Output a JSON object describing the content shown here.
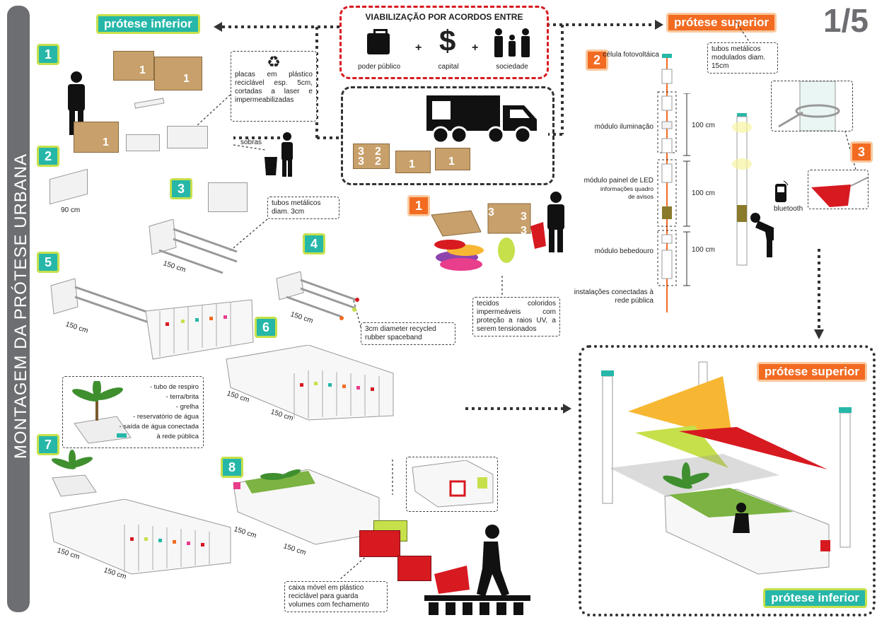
{
  "sidebar_title": "MONTAGEM DA PRÓTESE URBANA",
  "page_number": "1/5",
  "labels": {
    "lower": "prótese inferior",
    "upper": "prótese superior",
    "upper_final": "prótese superior",
    "lower_final": "prótese inferior"
  },
  "agreements": {
    "title": "VIABILIZAÇÃO POR ACORDOS ENTRE",
    "items": [
      "poder público",
      "capital",
      "sociedade"
    ],
    "plus": "+"
  },
  "steps_lower": [
    "1",
    "2",
    "3",
    "4",
    "5",
    "6",
    "7",
    "8"
  ],
  "steps_upper": [
    "1",
    "2",
    "3"
  ],
  "notes": {
    "plates": "placas em plástico reciclável esp. 5cm, cortadas a laser e impermeabilizadas",
    "leftovers": "sobras",
    "tubes_small": "tubos metálicos diam. 3cm",
    "rubber": "3cm diameter recycled rubber spaceband",
    "fabrics": "tecidos coloridos impermeáveis com proteção a raios UV, a serem tensionados",
    "tubes_big": "tubos metálicos modulados diam. 15cm",
    "storage": "caixa móvel em plástico reciclável para guarda volumes com fechamento",
    "bluetooth": "bluetooth"
  },
  "planter_list": [
    "- tubo de respiro",
    "- terra/brita",
    "- grelha",
    "- reservatório de água",
    "- saída de água conectada",
    "à rede pública"
  ],
  "pole_modules": {
    "cell": "célula fotovoltáica",
    "lighting": "módulo iluminação",
    "led": "módulo painel de LED",
    "led_sub": "informações quadro de avisos",
    "fountain": "módulo bebedouro",
    "network": "instalações conectadas à rede pública",
    "dims": [
      "100 cm",
      "100 cm",
      "100 cm"
    ]
  },
  "dimensions": {
    "d90": "90 cm",
    "d150": "150 cm"
  },
  "box_numbers": [
    "1",
    "1",
    "1",
    "3",
    "2",
    "3",
    "2",
    "1",
    "1",
    "3",
    "3",
    "3"
  ],
  "colors": {
    "teal": "#26b7a9",
    "lime": "#c6e04b",
    "orange": "#f26b21",
    "red": "#d71920",
    "gray": "#6d6e71",
    "yellow": "#f7b733"
  }
}
